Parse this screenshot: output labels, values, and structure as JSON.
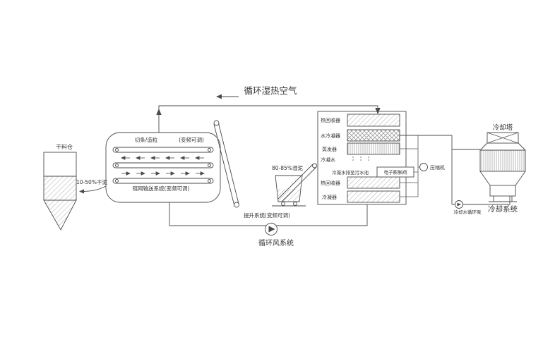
{
  "title": {
    "circulating_air": "循环湿热空气"
  },
  "silo": {
    "name": "干料仓",
    "output_note": "10-50%干泥"
  },
  "dryer": {
    "cutting": "切条/造粒",
    "vfd": "(变频可调)",
    "conveyor": "链网输送系统(变频可调)"
  },
  "lifting": {
    "name": "提升系统(变频可调)",
    "wet_note": "80-85%湿泥"
  },
  "heatpump": {
    "heat_recovery_top": "热回收器",
    "water_condenser": "水冷凝器",
    "evaporator": "蒸发器",
    "condensate": "冷凝水",
    "condensate_drain": "冷凝水排至污水池",
    "expansion_valve": "电子膨胀阀",
    "compressor": "压缩机",
    "heat_recovery_bottom": "热回收器",
    "condenser": "冷凝器"
  },
  "cooling": {
    "tower": "冷却塔",
    "pump": "冷却水循环泵",
    "system": "冷却系统"
  },
  "loop": {
    "fan_system": "循环风系统"
  },
  "colors": {
    "line": "#4a4a4a",
    "background": "#ffffff"
  }
}
